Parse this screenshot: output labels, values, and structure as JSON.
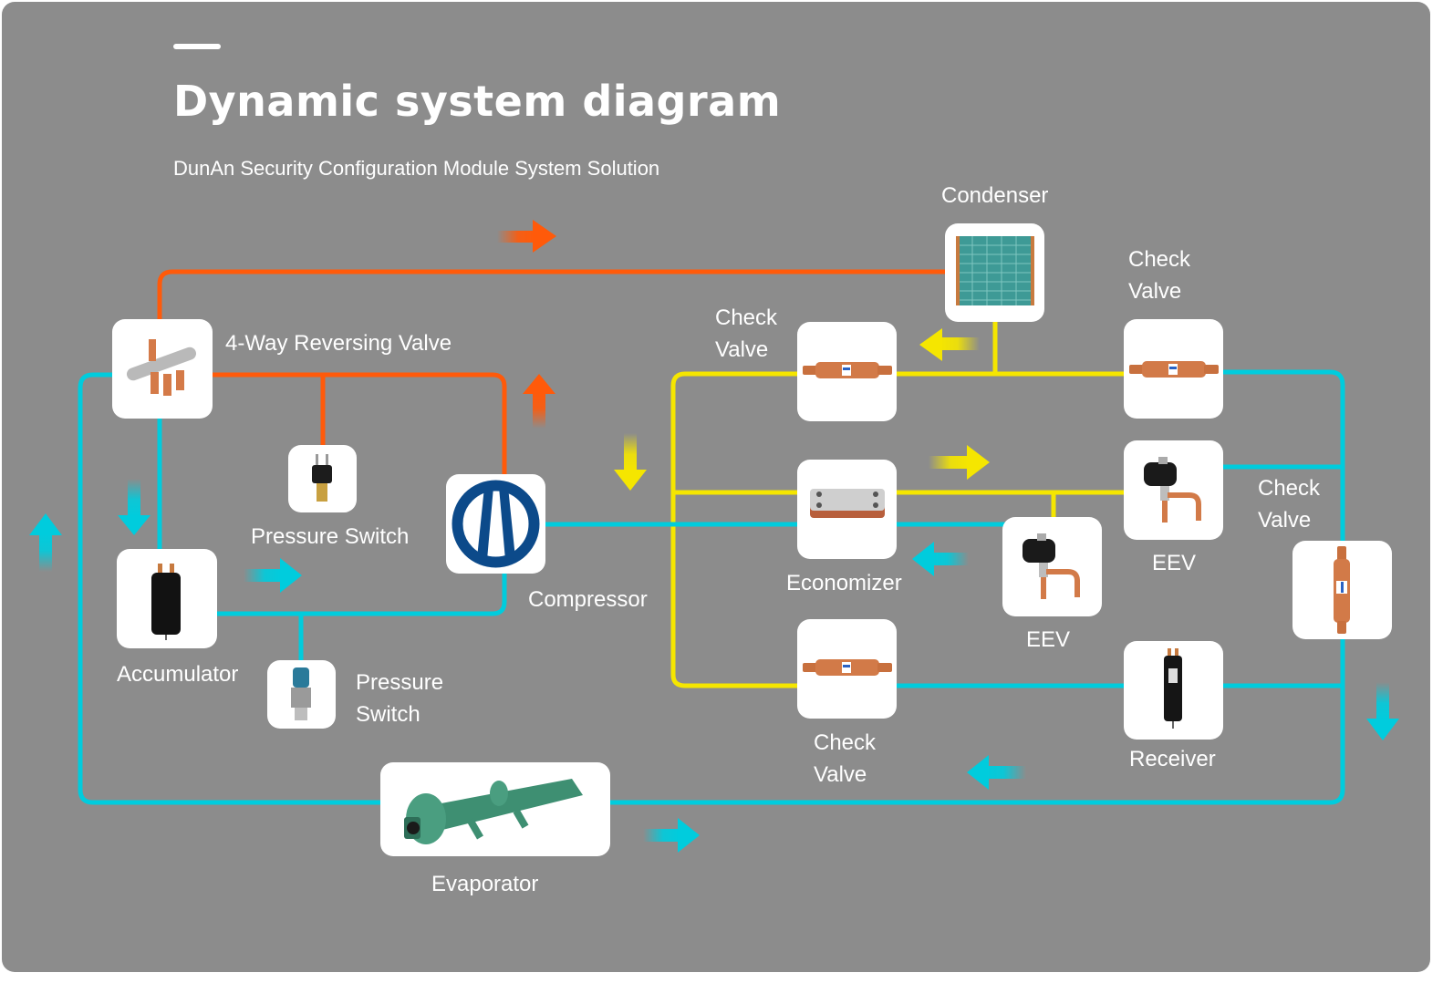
{
  "header": {
    "title": "Dynamic system diagram",
    "subtitle": "DunAn Security Configuration Module System Solution"
  },
  "colors": {
    "background": "#8c8c8c",
    "hot_gas_line": "#ff5a0a",
    "liquid_line": "#f5e600",
    "suction_line": "#00ccdd",
    "card": "#ffffff",
    "compressor_logo": "#0c4a8a"
  },
  "components": {
    "condenser": {
      "label": "Condenser",
      "icon": "condenser-coil-icon"
    },
    "four_way_valve": {
      "label": "4-Way Reversing Valve",
      "icon": "four-way-valve-icon"
    },
    "pressure_switch_high": {
      "label": "Pressure Switch",
      "icon": "pressure-switch-icon"
    },
    "compressor": {
      "label": "Compressor",
      "icon": "compressor-logo-icon"
    },
    "accumulator": {
      "label": "Accumulator",
      "icon": "accumulator-icon"
    },
    "pressure_switch_low": {
      "label_line1": "Pressure",
      "label_line2": "Switch",
      "icon": "pressure-transducer-icon"
    },
    "check_valve_1": {
      "label_line1": "Check",
      "label_line2": "Valve",
      "icon": "check-valve-icon"
    },
    "check_valve_2": {
      "label_line1": "Check",
      "label_line2": "Valve",
      "icon": "check-valve-icon"
    },
    "check_valve_3": {
      "label_line1": "Check",
      "label_line2": "Valve",
      "icon": "check-valve-icon"
    },
    "check_valve_4": {
      "label_line1": "Check",
      "label_line2": "Valve",
      "icon": "check-valve-icon"
    },
    "economizer": {
      "label": "Economizer",
      "icon": "plate-heat-exchanger-icon"
    },
    "eev_1": {
      "label": "EEV",
      "icon": "electronic-expansion-valve-icon"
    },
    "eev_2": {
      "label": "EEV",
      "icon": "electronic-expansion-valve-icon"
    },
    "receiver": {
      "label": "Receiver",
      "icon": "receiver-icon"
    },
    "evaporator": {
      "label": "Evaporator",
      "icon": "shell-tube-evaporator-icon"
    }
  },
  "flow_arrows": [
    {
      "line": "hot_gas",
      "direction": "right"
    },
    {
      "line": "hot_gas",
      "direction": "up"
    },
    {
      "line": "liquid",
      "direction": "left"
    },
    {
      "line": "liquid",
      "direction": "down"
    },
    {
      "line": "liquid",
      "direction": "right"
    },
    {
      "line": "suction",
      "direction": "down"
    },
    {
      "line": "suction",
      "direction": "up"
    },
    {
      "line": "suction",
      "direction": "right"
    },
    {
      "line": "suction",
      "direction": "left"
    },
    {
      "line": "suction",
      "direction": "down"
    },
    {
      "line": "suction",
      "direction": "left"
    },
    {
      "line": "suction",
      "direction": "right"
    }
  ]
}
